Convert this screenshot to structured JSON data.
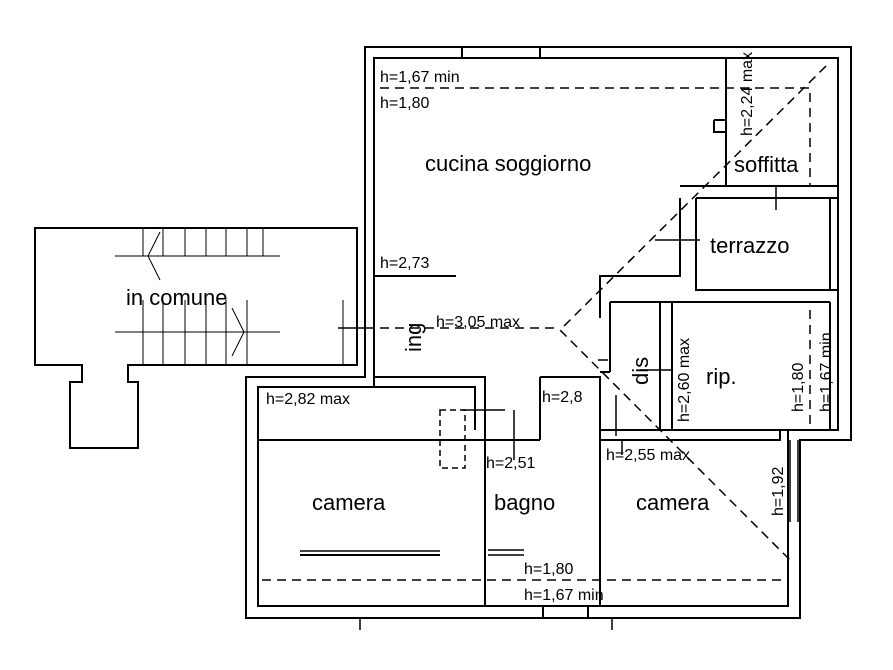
{
  "rooms": {
    "cucina_soggiorno": "cucina soggiorno",
    "soffitta": "soffitta",
    "terrazzo": "terrazzo",
    "in_comune": "in comune",
    "ing": "ing",
    "dis": "dis",
    "rip": "rip.",
    "camera_left": "camera",
    "bagno": "bagno",
    "camera_right": "camera"
  },
  "heights": {
    "cucina_min": "h=1,67 min",
    "cucina_180": "h=1,80",
    "soffitta_max": "h=2,24 max",
    "cucina_273": "h=2,73",
    "ing_max": "h=3,05 max",
    "dis_max": "h=2,60 max",
    "rip_180": "h=1,80",
    "rip_min": "h=1,67 min",
    "camera_left_max": "h=2,82 max",
    "bagno_28": "h=2,8",
    "bagno_251": "h=2,51",
    "camera_right_max": "h=2,55 max",
    "camera_right_192": "h=1,92",
    "bottom_180": "h=1,80",
    "bottom_min": "h=1,67 min"
  }
}
